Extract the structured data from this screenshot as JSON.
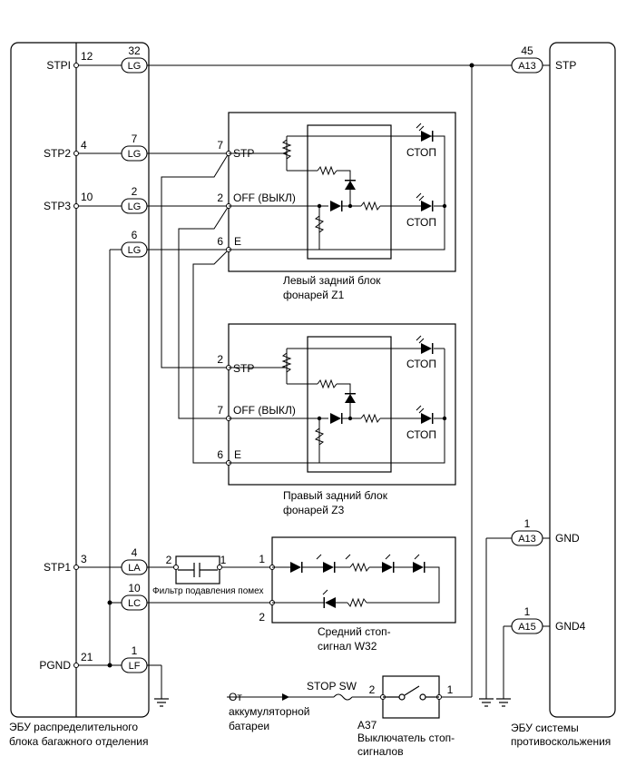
{
  "left_ecu": {
    "name_line1": "ЭБУ распределительного",
    "name_line2": "блока багажного отделения",
    "signals": {
      "stpi": {
        "name": "STPI",
        "pin": "12",
        "conn_pin": "32",
        "connector": "LG"
      },
      "stp2": {
        "name": "STP2",
        "pin": "4",
        "conn_pin": "7",
        "connector": "LG"
      },
      "stp3": {
        "name": "STP3",
        "pin": "10",
        "conn_pin": "2",
        "connector": "LG"
      },
      "e": {
        "conn_pin": "6",
        "connector": "LG"
      },
      "stp1": {
        "name": "STP1",
        "pin": "3",
        "conn_pin": "4",
        "connector": "LA"
      },
      "lc": {
        "conn_pin": "10",
        "connector": "LC"
      },
      "pgnd": {
        "name": "PGND",
        "pin": "21",
        "conn_pin": "1",
        "connector": "LF"
      }
    }
  },
  "right_ecu": {
    "name_line1": "ЭБУ системы",
    "name_line2": "противоскольжения",
    "stp": {
      "pin": "45",
      "connector": "A13",
      "label": "STP"
    },
    "gnd": {
      "pin": "1",
      "connector": "A13",
      "label": "GND"
    },
    "gnd4": {
      "pin": "1",
      "connector": "A15",
      "label": "GND4"
    }
  },
  "lamp_z1": {
    "title_line1": "Левый задний блок",
    "title_line2": "фонарей Z1",
    "pin_stp": "7",
    "label_stp": "STP",
    "pin_off": "2",
    "label_off": "OFF (ВЫКЛ)",
    "pin_e": "6",
    "label_e": "E",
    "lamp1": "СТОП",
    "lamp2": "СТОП"
  },
  "lamp_z3": {
    "title_line1": "Правый задний блок",
    "title_line2": "фонарей Z3",
    "pin_stp": "2",
    "label_stp": "STP",
    "pin_off": "7",
    "label_off": "OFF (ВЫКЛ)",
    "pin_e": "6",
    "label_e": "E",
    "lamp1": "СТОП",
    "lamp2": "СТОП"
  },
  "filter": {
    "pin_left": "2",
    "pin_right": "1",
    "label": "Фильтр подавления помех"
  },
  "center_lamp": {
    "pin_top": "1",
    "pin_bottom": "2",
    "title_line1": "Средний стоп-",
    "title_line2": "сигнал W32"
  },
  "battery": {
    "line1": "От",
    "line2": "аккумуляторной",
    "line3": "батареи"
  },
  "fuse": {
    "label": "STOP SW"
  },
  "stop_switch": {
    "code": "A37",
    "name_line1": "Выключатель стоп-",
    "name_line2": "сигналов",
    "pin_left": "2",
    "pin_right": "1"
  }
}
